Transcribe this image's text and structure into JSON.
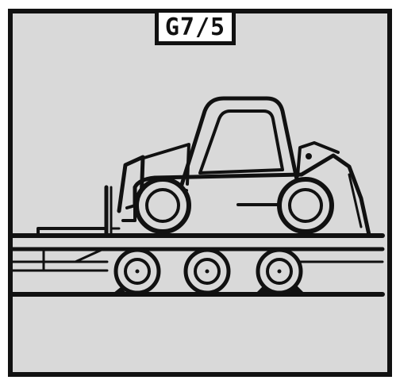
{
  "sign": {
    "code": "G7/5",
    "panel_color": "#d9d9d9",
    "line_color": "#111111"
  },
  "illustration": {
    "subject": "telehandler-on-low-loader-trailer",
    "trailer_axle_count": 3
  }
}
